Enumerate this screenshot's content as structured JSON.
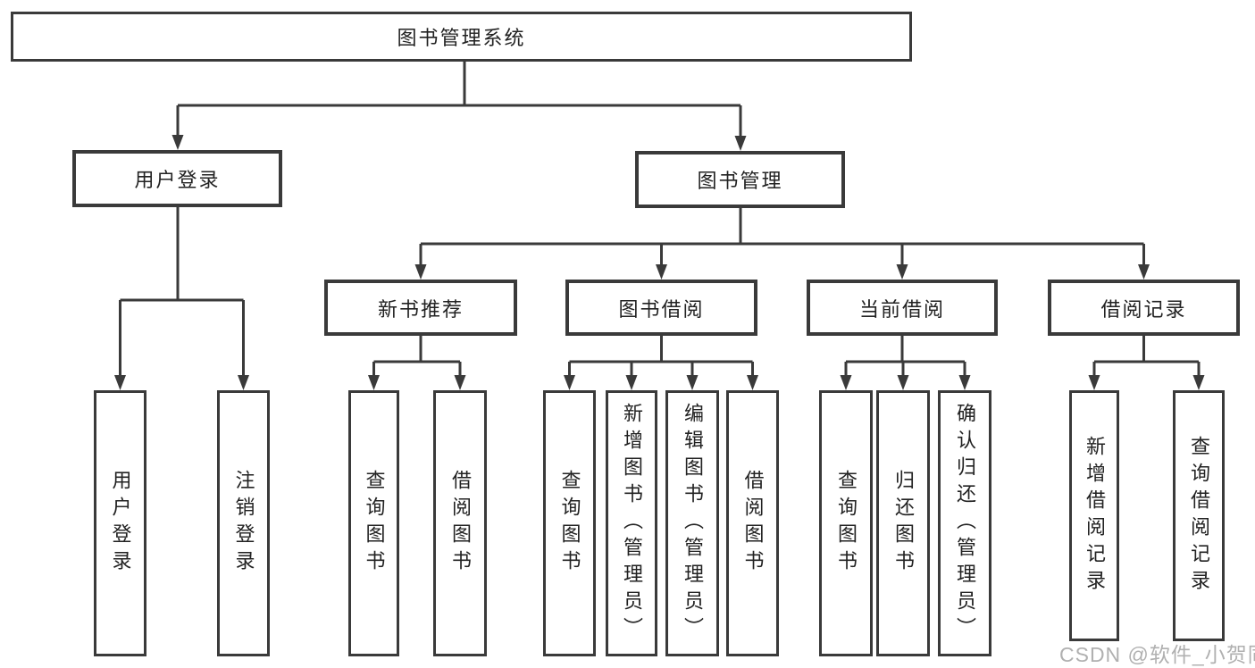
{
  "diagram": {
    "root": "图书管理系统",
    "level2": {
      "user_login": "用户登录",
      "book_mgmt": "图书管理"
    },
    "level3": {
      "new_books": "新书推荐",
      "book_borrow": "图书借阅",
      "current_borrow": "当前借阅",
      "borrow_records": "借阅记录"
    },
    "leaves": {
      "user_login": [
        "用户登录",
        "注销登录"
      ],
      "new_books": [
        "查询图书",
        "借阅图书"
      ],
      "book_borrow": [
        "查询图书",
        "新增图书（管理员）",
        "编辑图书（管理员）",
        "借阅图书"
      ],
      "current_borrow": [
        "查询图书",
        "归还图书",
        "确认归还（管理员）"
      ],
      "borrow_records": [
        "新增借阅记录",
        "查询借阅记录"
      ]
    }
  },
  "watermark": "CSDN @软件_小贺同学",
  "colors": {
    "line": "#3a3a3a",
    "text": "#222222",
    "watermark_gray": "#b0b0b0",
    "background": "#ffffff"
  }
}
